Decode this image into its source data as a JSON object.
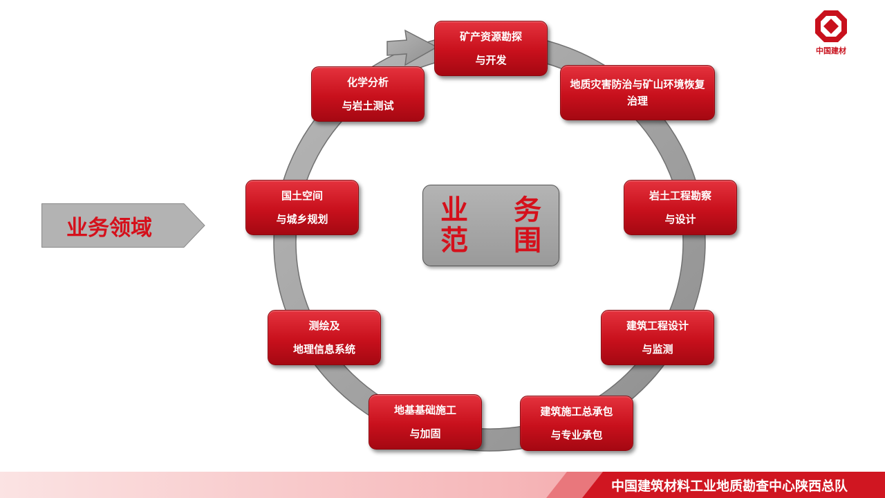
{
  "center": {
    "line1": "业 务",
    "line2": "范 围"
  },
  "left_label": "业务领域",
  "logo": {
    "text": "中国建材"
  },
  "footer": {
    "title": "中国建筑材料工业地质勘查中心陕西总队"
  },
  "nodes": [
    {
      "line1": "矿产资源勘探",
      "line2": "与开发"
    },
    {
      "line1": "地质灾害防治与矿山环境恢复",
      "line2": "治理"
    },
    {
      "line1": "岩土工程勘察",
      "line2": "与设计"
    },
    {
      "line1": "建筑工程设计",
      "line2": "与监测"
    },
    {
      "line1": "建筑施工总承包",
      "line2": "与专业承包"
    },
    {
      "line1": "地基基础施工",
      "line2": "与加固"
    },
    {
      "line1": "测绘及",
      "line2": "地理信息系统"
    },
    {
      "line1": "国土空间",
      "line2": "与城乡规划"
    },
    {
      "line1": "化学分析",
      "line2": "与岩土测试"
    }
  ],
  "colors": {
    "accent": "#c8101c",
    "ring": "#9e9e9e",
    "center_box": "#a8a8a8"
  }
}
